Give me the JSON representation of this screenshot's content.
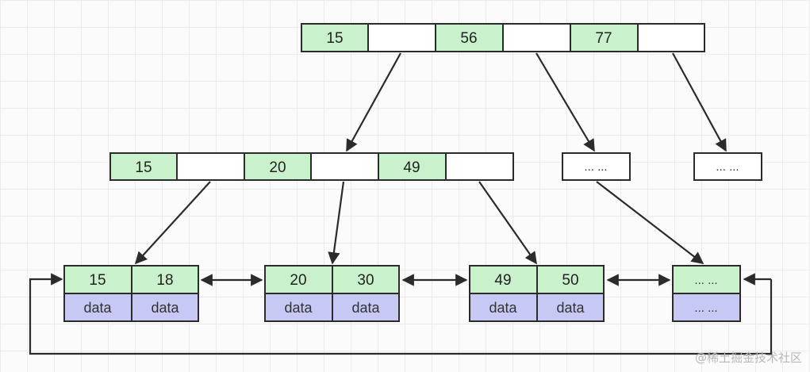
{
  "root": {
    "keys": [
      "15",
      "56",
      "77"
    ]
  },
  "internal": {
    "keys": [
      "15",
      "20",
      "49"
    ],
    "ellipsis_nodes": [
      "... ...",
      "... ..."
    ]
  },
  "leaves": [
    {
      "keys": [
        "15",
        "18"
      ],
      "data": [
        "data",
        "data"
      ]
    },
    {
      "keys": [
        "20",
        "30"
      ],
      "data": [
        "data",
        "data"
      ]
    },
    {
      "keys": [
        "49",
        "50"
      ],
      "data": [
        "data",
        "data"
      ]
    },
    {
      "keys": [
        "... ..."
      ],
      "data": [
        "... ..."
      ]
    }
  ],
  "watermark": "@稀土掘金技术社区",
  "colors": {
    "key_fill": "#c9f1cc",
    "data_fill": "#c7c8f4",
    "stroke": "#2b2b2b"
  }
}
